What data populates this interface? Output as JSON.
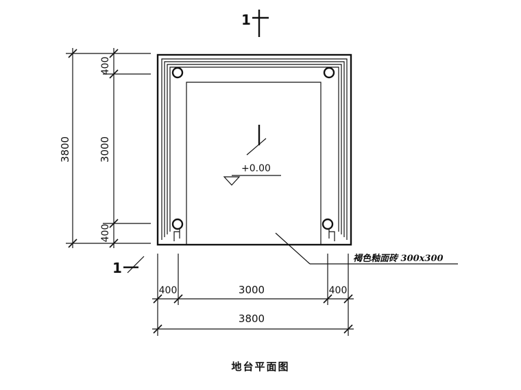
{
  "section_marks": {
    "top": "1",
    "left": "1"
  },
  "elevation": "+0.00",
  "vertical_dims": {
    "total": "3800",
    "top": "400",
    "middle": "3000",
    "bottom": "400"
  },
  "horizontal_dims": {
    "left": "400",
    "middle": "3000",
    "right": "400",
    "total": "3800"
  },
  "note": "褐色釉面砖 300x300",
  "caption": "地台平面图"
}
